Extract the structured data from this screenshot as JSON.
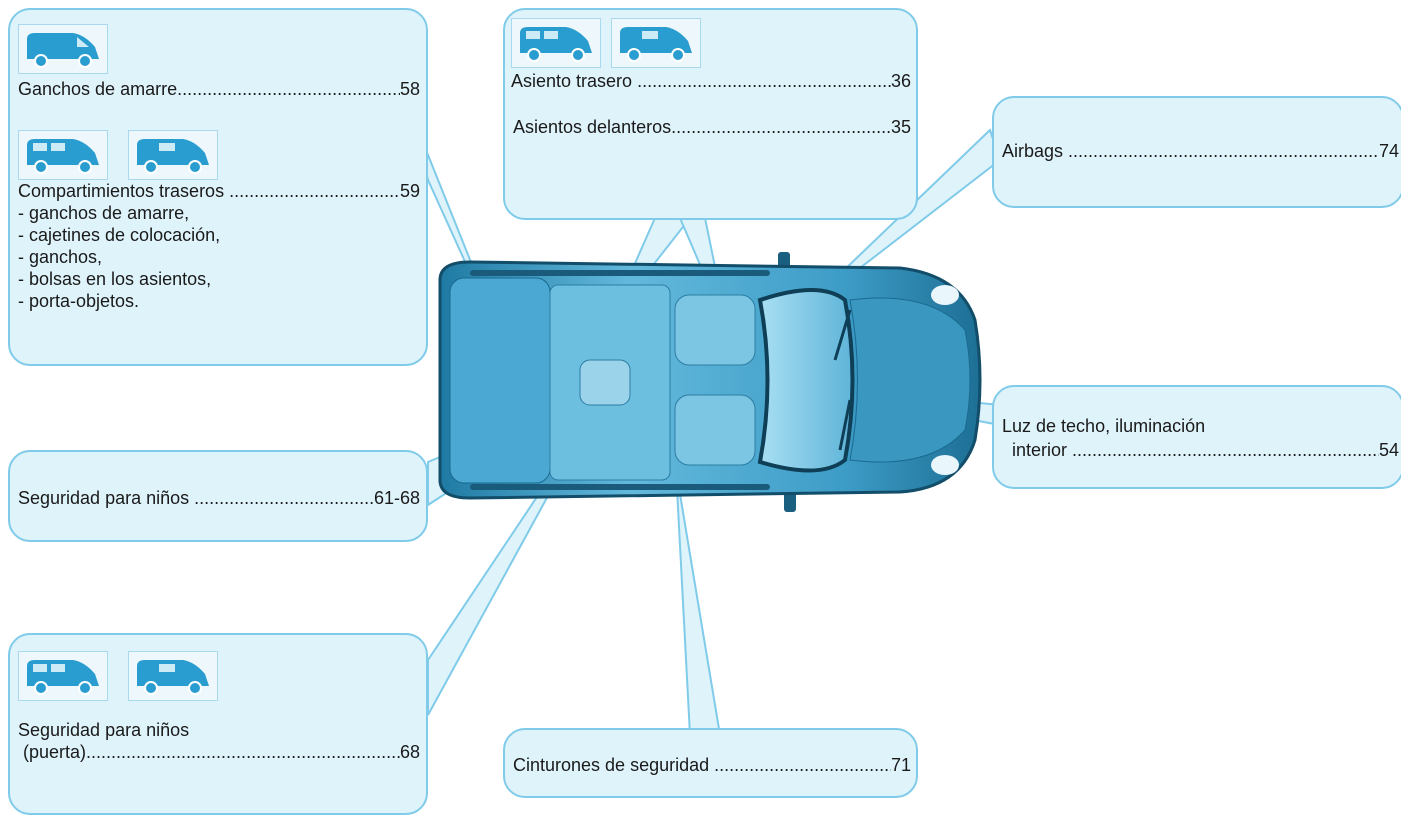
{
  "colors": {
    "bubble_fill": "#dff3fb",
    "bubble_border": "#7fcbe9",
    "car_body": "#2e8fb8",
    "van_icon": "#2a9dd0"
  },
  "boxes": {
    "top_left": {
      "entry1": {
        "label": "Ganchos de amarre",
        "page": "58"
      },
      "entry2": {
        "label": "Compartimientos traseros ",
        "page": "59"
      },
      "subitems": [
        "- ganchos de amarre,",
        "- cajetines de colocación,",
        "- ganchos,",
        "- bolsas en los asientos,",
        "- porta-objetos."
      ]
    },
    "top_center": {
      "entry1": {
        "label": "Asiento trasero ",
        "page": "36"
      },
      "entry2": {
        "label": "Asientos delanteros",
        "page": "35"
      }
    },
    "right_top": {
      "entry": {
        "label": "Airbags ",
        "page": "74"
      }
    },
    "right_mid": {
      "line1": "Luz de techo, iluminación",
      "entry": {
        "label": "  interior ",
        "page": "54"
      }
    },
    "left_mid": {
      "entry": {
        "label": "Seguridad para niños ",
        "page": "61-68"
      }
    },
    "bottom_left": {
      "line1": "Seguridad para niños",
      "entry": {
        "label": " (puerta)",
        "page": "68"
      }
    },
    "bottom_center": {
      "entry": {
        "label": "Cinturones de seguridad ",
        "page": "71"
      }
    }
  },
  "dots": "......................................................................................................"
}
